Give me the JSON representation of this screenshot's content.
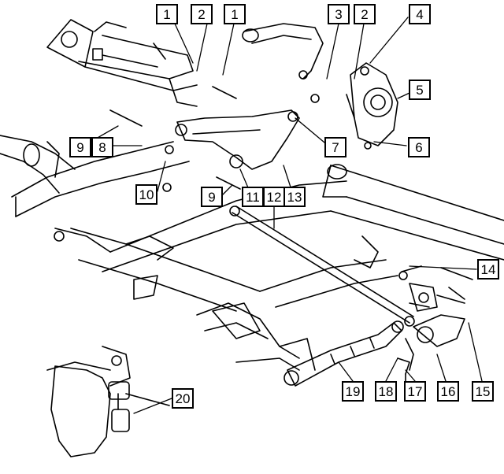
{
  "diagram": {
    "callouts": [
      {
        "id": "c1a",
        "label": "1"
      },
      {
        "id": "c2a",
        "label": "2"
      },
      {
        "id": "c1b",
        "label": "1"
      },
      {
        "id": "c3",
        "label": "3"
      },
      {
        "id": "c2b",
        "label": "2"
      },
      {
        "id": "c4",
        "label": "4"
      },
      {
        "id": "c5",
        "label": "5"
      },
      {
        "id": "c6",
        "label": "6"
      },
      {
        "id": "c7",
        "label": "7"
      },
      {
        "id": "c8",
        "label": "8"
      },
      {
        "id": "c9a",
        "label": "9"
      },
      {
        "id": "c10",
        "label": "10"
      },
      {
        "id": "c9b",
        "label": "9"
      },
      {
        "id": "c11",
        "label": "11"
      },
      {
        "id": "c12",
        "label": "12"
      },
      {
        "id": "c13",
        "label": "13"
      },
      {
        "id": "c14",
        "label": "14"
      },
      {
        "id": "c15",
        "label": "15"
      },
      {
        "id": "c16",
        "label": "16"
      },
      {
        "id": "c17",
        "label": "17"
      },
      {
        "id": "c18",
        "label": "18"
      },
      {
        "id": "c19",
        "label": "19"
      },
      {
        "id": "c20",
        "label": "20"
      }
    ]
  }
}
